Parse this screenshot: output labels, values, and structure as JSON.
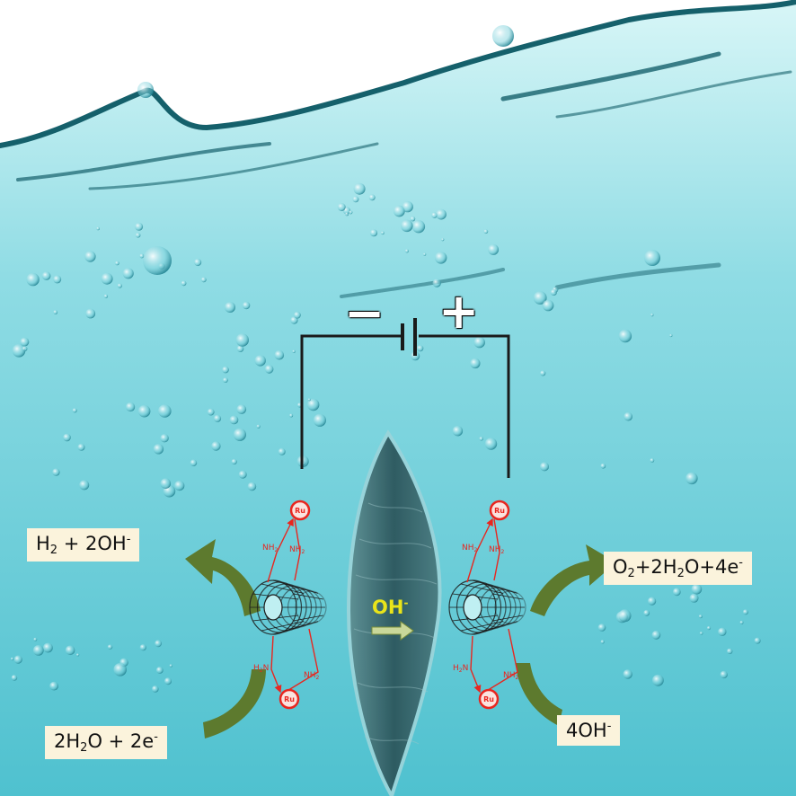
{
  "labels": {
    "cathode_products": {
      "main": "H",
      "sub": "2",
      "rest": " + 2OH",
      "sup": "-"
    },
    "anode_products": {
      "main": "O",
      "sub": "2",
      "rest": "+2H",
      "sub2": "2",
      "rest2": "O+4e",
      "sup": "-"
    },
    "cathode_reactants": {
      "main": "2H",
      "sub": "2",
      "rest": "O + 2e",
      "sup": "-"
    },
    "anode_reactants": {
      "main": "4OH",
      "sup": "-"
    },
    "membrane_ion": {
      "main": "OH",
      "sup": "-"
    }
  },
  "battery": {
    "negative": "−",
    "positive": "+"
  },
  "molecule": {
    "metal": "Ru",
    "ligand": "NH",
    "ligand_sub": "2",
    "ligand_left": "H",
    "ligand_left_sub": "2",
    "ligand_left_end": "N"
  },
  "colors": {
    "water_light": "#bfeff2",
    "water_mid": "#7fd6e0",
    "water_deep": "#37b3c4",
    "membrane": "#2f5f66",
    "arrow_green": "#5d7a2e",
    "label_bg": "#fbf3dc",
    "ru_red": "#e8261f",
    "ion_yellow": "#e9e41a"
  }
}
